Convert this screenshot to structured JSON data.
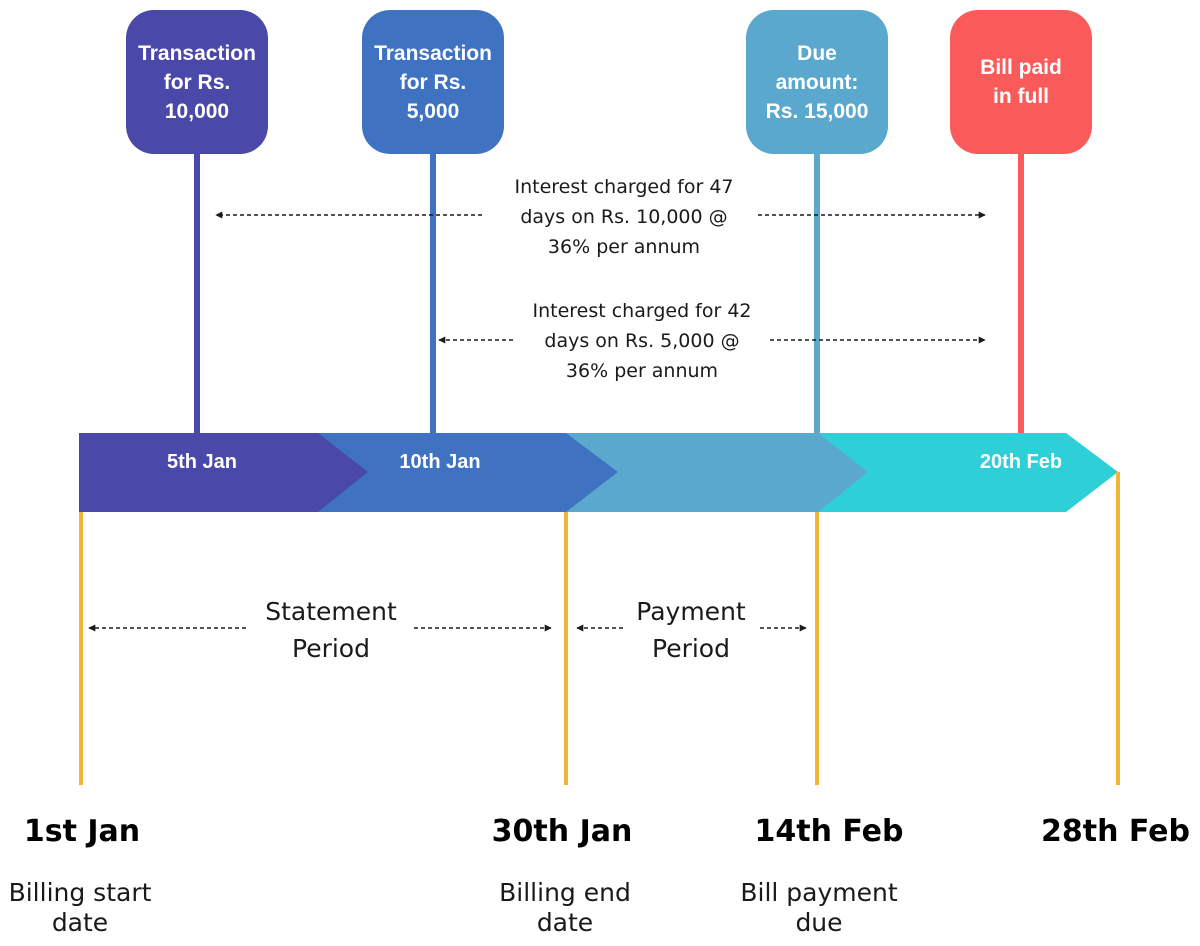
{
  "colors": {
    "segment_1": "#4a48a8",
    "segment_2": "#3f73c2",
    "segment_3": "#5ba8cf",
    "segment_4": "#2ecfd6",
    "box_1": "#4a48a8",
    "box_2": "#3f73c2",
    "box_3": "#5ba8cf",
    "box_4": "#fb5a5a",
    "milestone_line": "#f2b33d",
    "arrow": "#1a1a1a"
  },
  "events": [
    {
      "label": "Transaction\nfor Rs.\n10,000",
      "date_label": "5th Jan"
    },
    {
      "label": "Transaction\nfor Rs.\n5,000",
      "date_label": "10th Jan"
    },
    {
      "label": "Due\namount:\nRs. 15,000",
      "date_label": ""
    },
    {
      "label": "Bill paid\nin full",
      "date_label": "20th Feb"
    }
  ],
  "interest_notes": [
    {
      "text": "Interest charged for 47\ndays on Rs. 10,000 @\n36% per annum"
    },
    {
      "text": "Interest charged for 42\ndays on Rs. 5,000 @\n36% per annum"
    }
  ],
  "periods": [
    {
      "text": "Statement\nPeriod"
    },
    {
      "text": "Payment\nPeriod"
    }
  ],
  "milestones": [
    {
      "date": "1st Jan",
      "caption": "Billing start\ndate"
    },
    {
      "date": "30th Jan",
      "caption": "Billing end\ndate"
    },
    {
      "date": "14th Feb",
      "caption": "Bill payment\ndue"
    },
    {
      "date": "28th Feb",
      "caption": ""
    }
  ]
}
